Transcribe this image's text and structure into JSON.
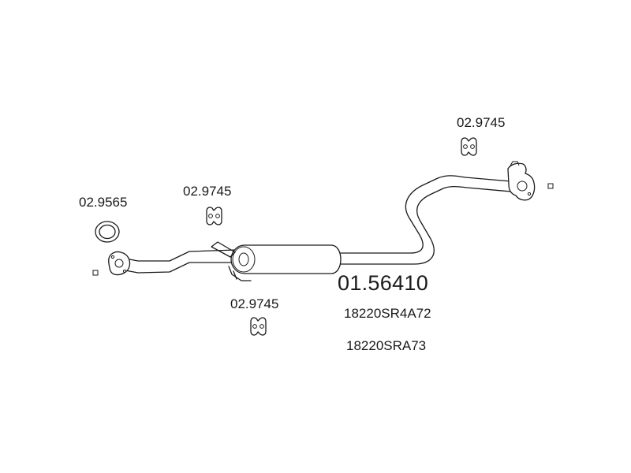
{
  "labels": {
    "clamp_ring": "02.9565",
    "hanger_left": "02.9745",
    "hanger_bottom": "02.9745",
    "hanger_right": "02.9745"
  },
  "main_part_number": "01.56410",
  "oem_numbers": [
    "18220SR4A72",
    "18220SRA73"
  ],
  "colors": {
    "ink": "#1a1a1a",
    "background": "#ffffff"
  }
}
